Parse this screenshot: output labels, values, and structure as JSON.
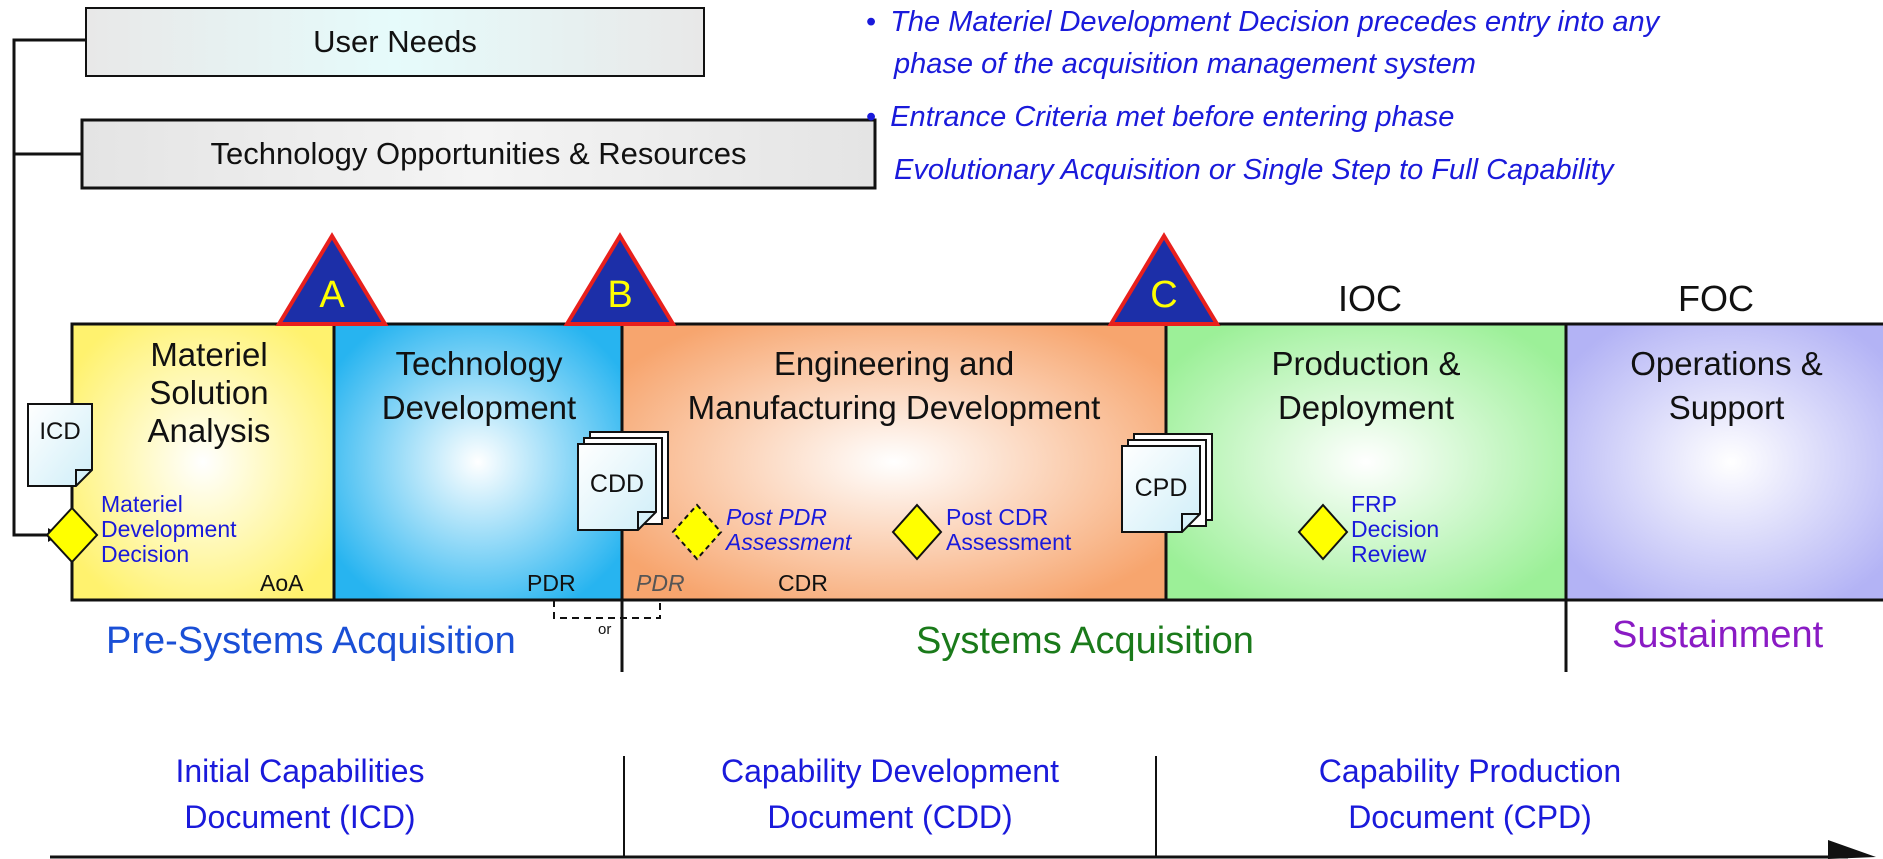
{
  "top_boxes": {
    "user_needs": "User Needs",
    "tech_opportunities": "Technology Opportunities & Resources"
  },
  "bullets": {
    "b1_line1": "The Materiel Development Decision precedes entry into any",
    "b1_line2": "phase of the acquisition management system",
    "b2": "Entrance Criteria met before entering phase",
    "b3": "Evolutionary Acquisition or Single Step to Full Capability",
    "bullet_glyph": "•"
  },
  "milestones": {
    "a": "A",
    "b": "B",
    "c": "C",
    "ioc": "IOC",
    "foc": "FOC"
  },
  "phases": {
    "msa": {
      "line1": "Materiel",
      "line2": "Solution",
      "line3": "Analysis"
    },
    "td": {
      "line1": "Technology",
      "line2": "Development"
    },
    "emd": {
      "line1": "Engineering and",
      "line2": "Manufacturing Development"
    },
    "pd": {
      "line1": "Production &",
      "line2": "Deployment"
    },
    "os": {
      "line1": "Operations &",
      "line2": "Support"
    }
  },
  "documents": {
    "icd": "ICD",
    "cdd": "CDD",
    "cpd": "CPD"
  },
  "decisions": {
    "mdd": {
      "line1": "Materiel",
      "line2": "Development",
      "line3": "Decision"
    },
    "post_pdr": {
      "line1": "Post PDR",
      "line2": "Assessment"
    },
    "post_cdr": {
      "line1": "Post CDR",
      "line2": "Assessment"
    },
    "frp": {
      "line1": "FRP",
      "line2": "Decision",
      "line3": "Review"
    }
  },
  "reviews": {
    "aoa": "AoA",
    "pdr": "PDR",
    "pdr_alt": "PDR",
    "cdr": "CDR",
    "or": "or"
  },
  "acquisition_stages": {
    "pre": "Pre-Systems Acquisition",
    "systems": "Systems Acquisition",
    "sustainment": "Sustainment"
  },
  "capability_docs": {
    "icd": {
      "line1": "Initial Capabilities",
      "line2": "Document (ICD)"
    },
    "cdd": {
      "line1": "Capability Development",
      "line2": "Document (CDD)"
    },
    "cpd": {
      "line1": "Capability Production",
      "line2": "Document (CPD)"
    }
  },
  "colors": {
    "msa": "#fff59a",
    "td": "#5cc8f5",
    "emd": "#f9b98a",
    "pd": "#b6f5b3",
    "os": "#c6c6f6",
    "milestone_fill": "#1c2fa8",
    "milestone_border": "#e8201d",
    "milestone_text": "#ffff00",
    "decision_fill": "#ffff00",
    "blue_text": "#1a1adb",
    "green_text": "#1a7a1a",
    "purple_text": "#8a1bc4"
  }
}
